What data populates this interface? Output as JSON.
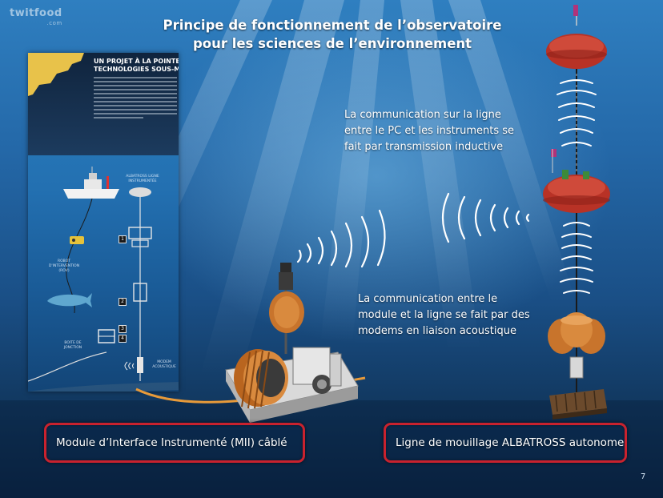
{
  "slide": {
    "title_line1": "Principe de fonctionnement de l’observatoire",
    "title_line2": "pour les sciences de l’environnement",
    "watermark": "twitfood",
    "watermark_sub": ".com",
    "page_number": "7"
  },
  "captions": {
    "inductive": [
      "La communication sur la ligne",
      "entre le PC et les instruments se",
      "fait par transmission inductive"
    ],
    "acoustic": [
      "La communication entre le",
      "module et la ligne se fait par des",
      "modems en liaison acoustique"
    ]
  },
  "labels": {
    "mii": "Module d’Interface Instrumenté (MII) câblé",
    "albatross": "Ligne de mouillage ALBATROSS autonome"
  },
  "poster": {
    "title_line1": "UN PROJET À LA POINTE",
    "title_line2": "TECHNOLOGIES SOUS-M",
    "label_line": "ALBATROSS LIGNE INSTRUMENTÉE",
    "label_robot": "ROBOT D'INTERVENTION (ROV)",
    "label_box": "BOITE DE JONCTION",
    "label_modem": "MODEM ACOUSTIQUE",
    "numbers": [
      "1",
      "2",
      "3",
      "4"
    ]
  },
  "colors": {
    "box_border": "#c9222e",
    "buoy": "#c0392b",
    "module_orange": "#c8742c",
    "water_top": "#2f7fc0",
    "water_bottom": "#0b2444"
  }
}
